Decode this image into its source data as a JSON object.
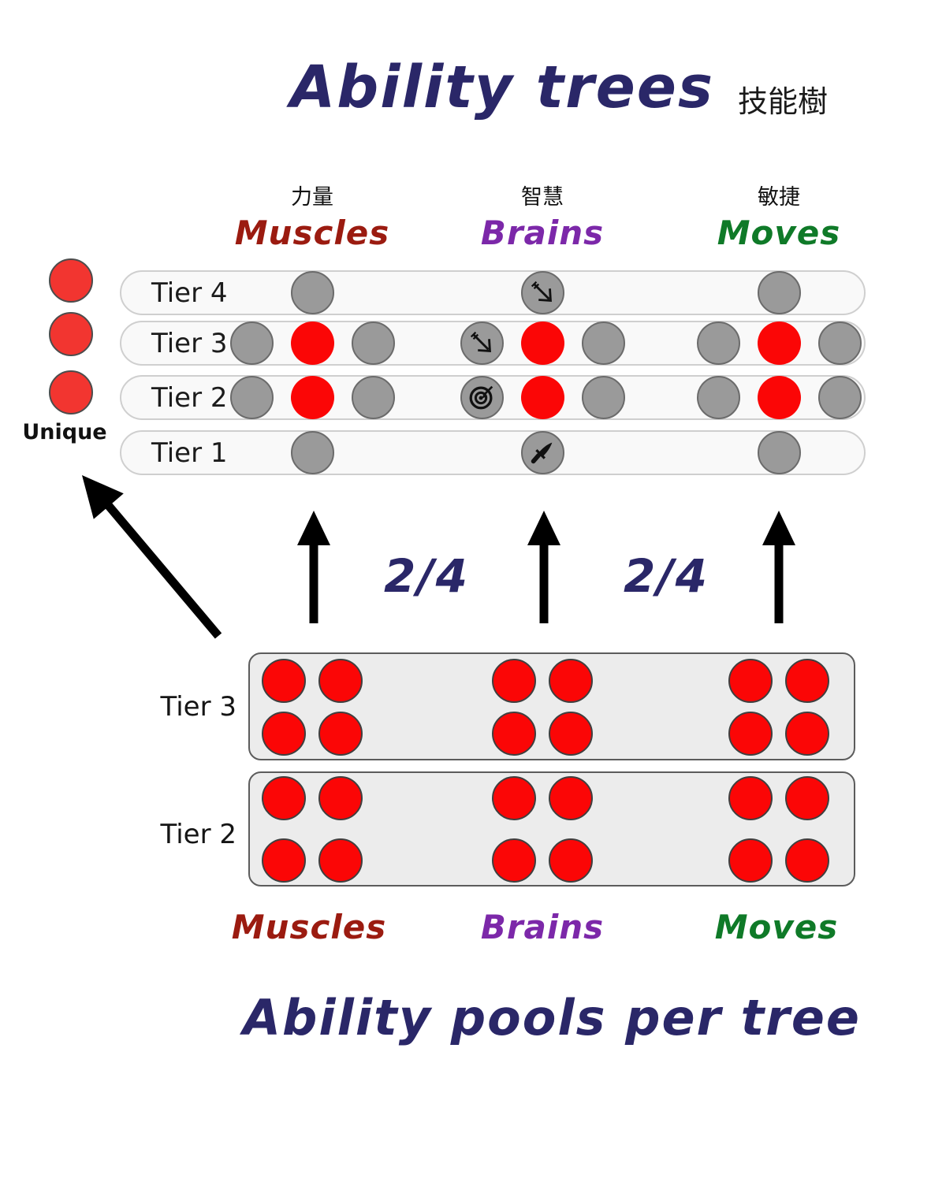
{
  "title": {
    "text": "Ability trees",
    "text_cjk": "技能樹"
  },
  "trees": {
    "columns": [
      {
        "key": "muscles",
        "cjk": "力量",
        "label": "Muscles",
        "color": "#9b1b10"
      },
      {
        "key": "brains",
        "cjk": "智慧",
        "label": "Brains",
        "color": "#7c28a9"
      },
      {
        "key": "moves",
        "cjk": "敏捷",
        "label": "Moves",
        "color": "#0f7a28"
      }
    ],
    "unique": {
      "label": "Unique",
      "count": 3
    },
    "tiers": [
      {
        "label": "Tier 4",
        "columns": [
          [
            {
              "slot": 0,
              "type": "gray"
            }
          ],
          [
            {
              "slot": 0,
              "type": "icon",
              "icon": "arrow"
            }
          ],
          [
            {
              "slot": 0,
              "type": "gray"
            }
          ]
        ]
      },
      {
        "label": "Tier 3",
        "columns": [
          [
            {
              "slot": -1,
              "type": "gray"
            },
            {
              "slot": 0,
              "type": "red"
            },
            {
              "slot": 1,
              "type": "gray"
            }
          ],
          [
            {
              "slot": -1,
              "type": "icon",
              "icon": "arrow"
            },
            {
              "slot": 0,
              "type": "red"
            },
            {
              "slot": 1,
              "type": "gray"
            }
          ],
          [
            {
              "slot": -1,
              "type": "gray"
            },
            {
              "slot": 0,
              "type": "red"
            },
            {
              "slot": 1,
              "type": "gray"
            }
          ]
        ]
      },
      {
        "label": "Tier 2",
        "columns": [
          [
            {
              "slot": -1,
              "type": "gray"
            },
            {
              "slot": 0,
              "type": "red"
            },
            {
              "slot": 1,
              "type": "gray"
            }
          ],
          [
            {
              "slot": -1,
              "type": "icon",
              "icon": "target"
            },
            {
              "slot": 0,
              "type": "red"
            },
            {
              "slot": 1,
              "type": "gray"
            }
          ],
          [
            {
              "slot": -1,
              "type": "gray"
            },
            {
              "slot": 0,
              "type": "red"
            },
            {
              "slot": 1,
              "type": "gray"
            }
          ]
        ]
      },
      {
        "label": "Tier 1",
        "columns": [
          [
            {
              "slot": 0,
              "type": "gray"
            }
          ],
          [
            {
              "slot": 0,
              "type": "icon",
              "icon": "knife"
            }
          ],
          [
            {
              "slot": 0,
              "type": "gray"
            }
          ]
        ]
      }
    ]
  },
  "arrows": {
    "ratio_labels": [
      "2/4",
      "2/4"
    ]
  },
  "pools": {
    "rows": [
      {
        "label": "Tier 3"
      },
      {
        "label": "Tier 2"
      }
    ],
    "dots_per_group": 4,
    "column_labels": [
      "Muscles",
      "Brains",
      "Moves"
    ]
  },
  "caption": "Ability pools per tree",
  "colors": {
    "navy": "#2a2768",
    "red": "#fb0606",
    "unique_red": "#f23530",
    "gray": "#9a9a9a"
  }
}
